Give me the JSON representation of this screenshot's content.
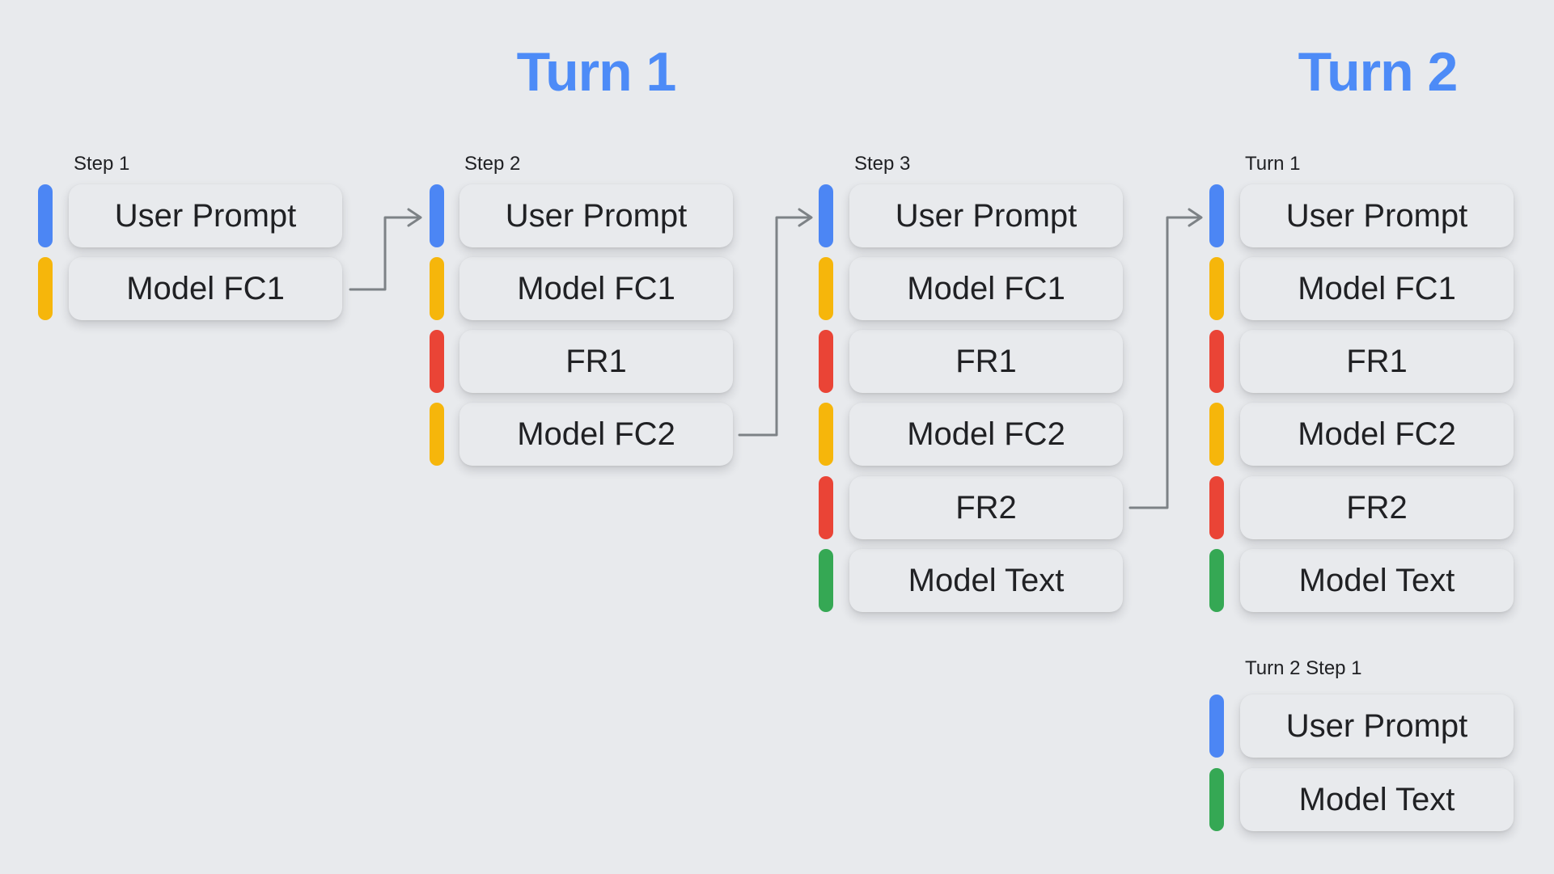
{
  "headers": {
    "turn1": "Turn 1",
    "turn2": "Turn 2"
  },
  "colors": {
    "background": "#E8EAED",
    "header_blue": "#4D8BF7",
    "user_prompt_blue": "#4C86F4",
    "model_fc_yellow": "#F6B60B",
    "function_response_red": "#EA4436",
    "model_text_green": "#35A854",
    "arrow_gray": "#7D8286",
    "card_bg": "#FFFFFF",
    "card_text": "#202124",
    "label_text": "#202124"
  },
  "columns": [
    {
      "label": "Step 1",
      "cards": [
        {
          "label": "User Prompt"
        },
        {
          "label": "Model FC1"
        }
      ]
    },
    {
      "label": "Step 2",
      "cards": [
        {
          "label": "User Prompt"
        },
        {
          "label": "Model FC1"
        },
        {
          "label": "FR1"
        },
        {
          "label": "Model FC2"
        }
      ]
    },
    {
      "label": "Step 3",
      "cards": [
        {
          "label": "User Prompt"
        },
        {
          "label": "Model FC1"
        },
        {
          "label": "FR1"
        },
        {
          "label": "Model FC2"
        },
        {
          "label": "FR2"
        },
        {
          "label": "Model Text"
        }
      ]
    },
    {
      "label": "Turn 1",
      "cards": [
        {
          "label": "User Prompt"
        },
        {
          "label": "Model FC1"
        },
        {
          "label": "FR1"
        },
        {
          "label": "Model FC2"
        },
        {
          "label": "FR2"
        },
        {
          "label": "Model Text"
        }
      ]
    },
    {
      "label": "Turn 2 Step 1",
      "cards": [
        {
          "label": "User Prompt"
        },
        {
          "label": "Model Text"
        }
      ]
    }
  ]
}
